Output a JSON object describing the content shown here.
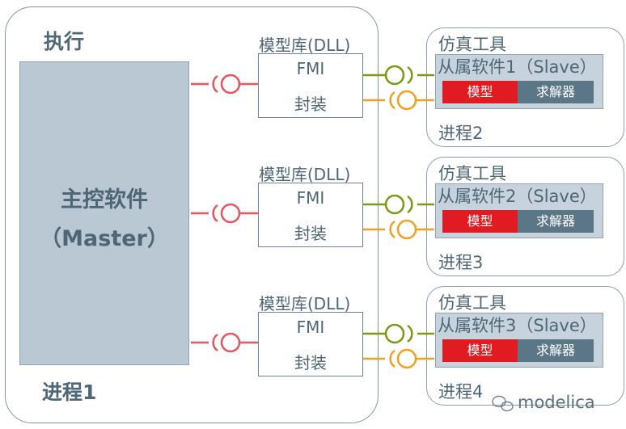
{
  "exec": {
    "title": "执行",
    "process": "进程1"
  },
  "master": {
    "line1": "主控软件",
    "line2": "（Master）"
  },
  "modules": [
    {
      "dll_title": "模型库(DLL)",
      "fmi": "FMI",
      "wrap": "封装",
      "tool_title": "仿真工具",
      "slave": "从属软件1（Slave）",
      "model": "模型",
      "solver": "求解器",
      "process": "进程2"
    },
    {
      "dll_title": "模型库(DLL)",
      "fmi": "FMI",
      "wrap": "封装",
      "tool_title": "仿真工具",
      "slave": "从属软件2（Slave）",
      "model": "模型",
      "solver": "求解器",
      "process": "进程3"
    },
    {
      "dll_title": "模型库(DLL)",
      "fmi": "FMI",
      "wrap": "封装",
      "tool_title": "仿真工具",
      "slave": "从属软件3（Slave）",
      "model": "模型",
      "solver": "求解器",
      "process": "进程4"
    }
  ],
  "colors": {
    "master_link": "#e8535f",
    "green_link": "#7a9a15",
    "orange_link": "#f2a01e"
  },
  "watermark": "modelica"
}
